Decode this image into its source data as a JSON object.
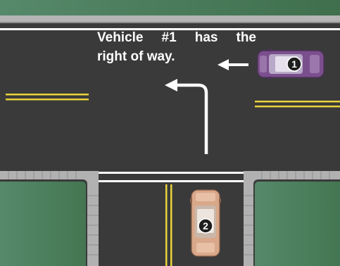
{
  "caption": {
    "line1": "Vehicle #1 has the",
    "line2": "right of way."
  },
  "vehicles": [
    {
      "number": "1",
      "color": "#7b4f8e",
      "direction": "westbound"
    },
    {
      "number": "2",
      "color": "#d9a88a",
      "direction": "northbound"
    }
  ],
  "colors": {
    "road": "#3a3a3a",
    "grass": "#4c7d58",
    "sidewalk": "#a9a9a9",
    "center_line": "#e8d23a",
    "marking": "#ffffff"
  }
}
